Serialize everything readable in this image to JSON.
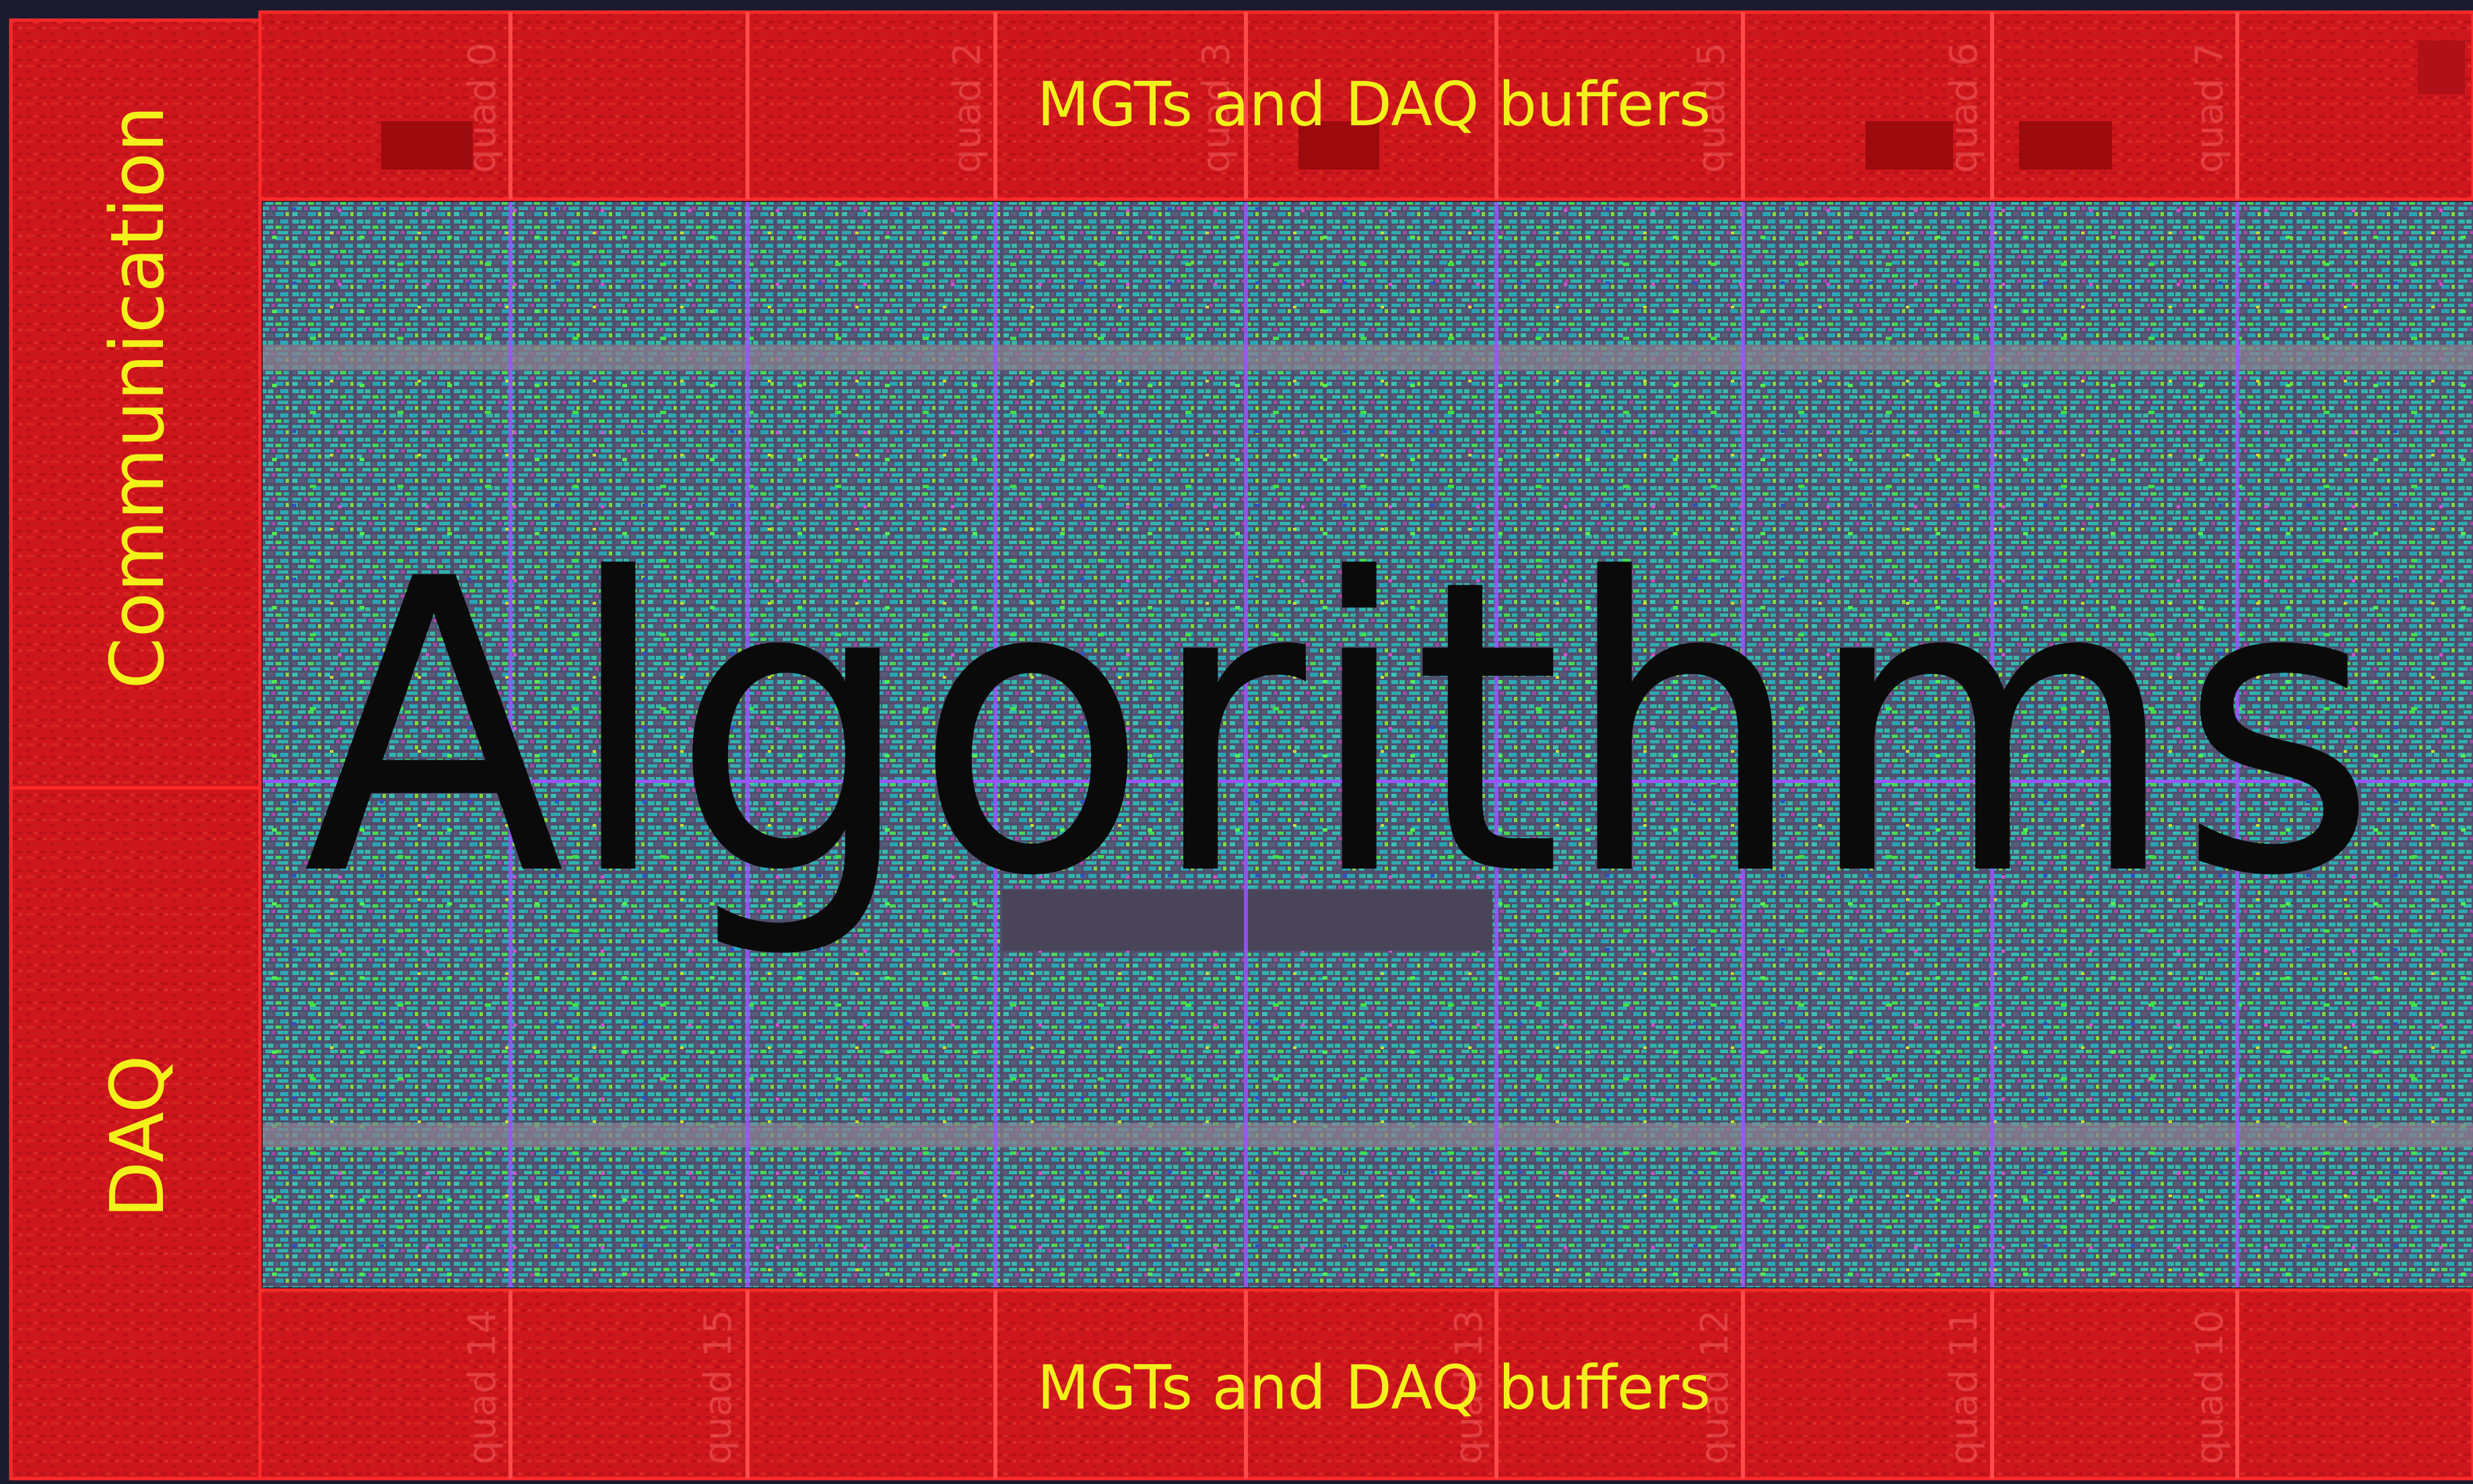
{
  "regions": {
    "top": {
      "label": "MGTs and DAQ buffers"
    },
    "bottom": {
      "label": "MGTs and DAQ buffers"
    },
    "left_upper": {
      "label": "Communication"
    },
    "left_lower": {
      "label": "DAQ"
    },
    "center": {
      "label": "Algorithms"
    }
  },
  "quad_labels": {
    "top": [
      "quad 0",
      "quad 2",
      "quad 3",
      "quad 5",
      "quad 6",
      "quad 7"
    ],
    "bottom": [
      "quad 14",
      "quad 15",
      "quad 13",
      "quad 12",
      "quad 11",
      "quad 10"
    ]
  },
  "colors": {
    "region_red": "#d0161c",
    "region_dark_red": "#a80f14",
    "border_red": "#ff2a2a",
    "fabric_base": "#4a4a66",
    "fabric_cyan": "#2bb5b0",
    "fabric_green": "#44e04a",
    "fabric_magenta": "#b04ab0",
    "clock_line": "#9a55ff",
    "label_yellow": "#f2f21a",
    "title_black": "#0a0a0a"
  }
}
